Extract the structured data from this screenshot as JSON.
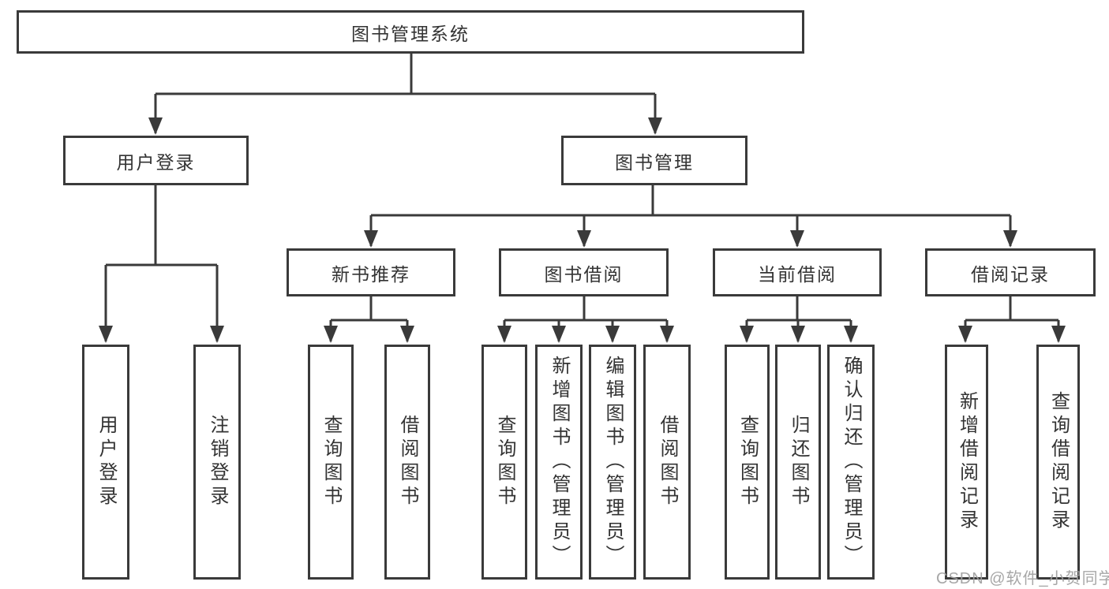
{
  "diagram_title": "图书管理系统",
  "colors": {
    "line": "#3a3a3a",
    "box_border": "#3a3a3a",
    "text": "#333333",
    "background": "#ffffff",
    "watermark": "#a0a0a0"
  },
  "nodes": {
    "root": "图书管理系统",
    "user_login": "用户登录",
    "book_mgmt": "图书管理",
    "ul_login": "用户登录",
    "ul_logout": "注销登录",
    "new_book_rec": "新书推荐",
    "book_borrow": "图书借阅",
    "current_borrow": "当前借阅",
    "borrow_records": "借阅记录",
    "nbr_query": "查询图书",
    "nbr_borrow": "借阅图书",
    "bb_query": "查询图书",
    "bb_add": "新增图书（管理员）",
    "bb_edit": "编辑图书（管理员）",
    "bb_borrow": "借阅图书",
    "cb_query": "查询图书",
    "cb_return": "归还图书",
    "cb_confirm": "确认归还（管理员）",
    "br_add": "新增借阅记录",
    "br_query": "查询借阅记录"
  },
  "tree": {
    "label": "图书管理系统",
    "children": [
      {
        "label": "用户登录",
        "children": [
          {
            "label": "用户登录"
          },
          {
            "label": "注销登录"
          }
        ]
      },
      {
        "label": "图书管理",
        "children": [
          {
            "label": "新书推荐",
            "children": [
              {
                "label": "查询图书"
              },
              {
                "label": "借阅图书"
              }
            ]
          },
          {
            "label": "图书借阅",
            "children": [
              {
                "label": "查询图书"
              },
              {
                "label": "新增图书（管理员）"
              },
              {
                "label": "编辑图书（管理员）"
              },
              {
                "label": "借阅图书"
              }
            ]
          },
          {
            "label": "当前借阅",
            "children": [
              {
                "label": "查询图书"
              },
              {
                "label": "归还图书"
              },
              {
                "label": "确认归还（管理员）"
              }
            ]
          },
          {
            "label": "借阅记录",
            "children": [
              {
                "label": "新增借阅记录"
              },
              {
                "label": "查询借阅记录"
              }
            ]
          }
        ]
      }
    ]
  },
  "watermark": {
    "text": "CSDN @软件_小贺同学"
  }
}
